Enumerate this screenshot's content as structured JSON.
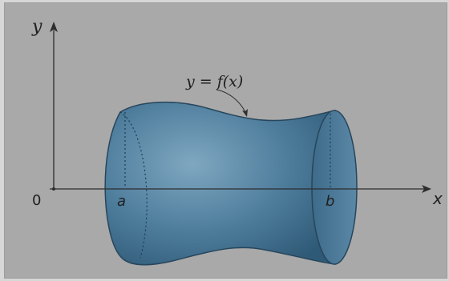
{
  "labels": {
    "y_axis": "y",
    "x_axis": "x",
    "origin": "0",
    "a": "a",
    "b": "b",
    "curve": "y = f(x)"
  },
  "colors": {
    "panel_bg": "#a9a9a9",
    "solid_fill": "#3f6f90",
    "solid_fill_light": "#6f9ab6",
    "solid_edge": "#27465c",
    "axis": "#2d2d2d",
    "text": "#202020"
  }
}
